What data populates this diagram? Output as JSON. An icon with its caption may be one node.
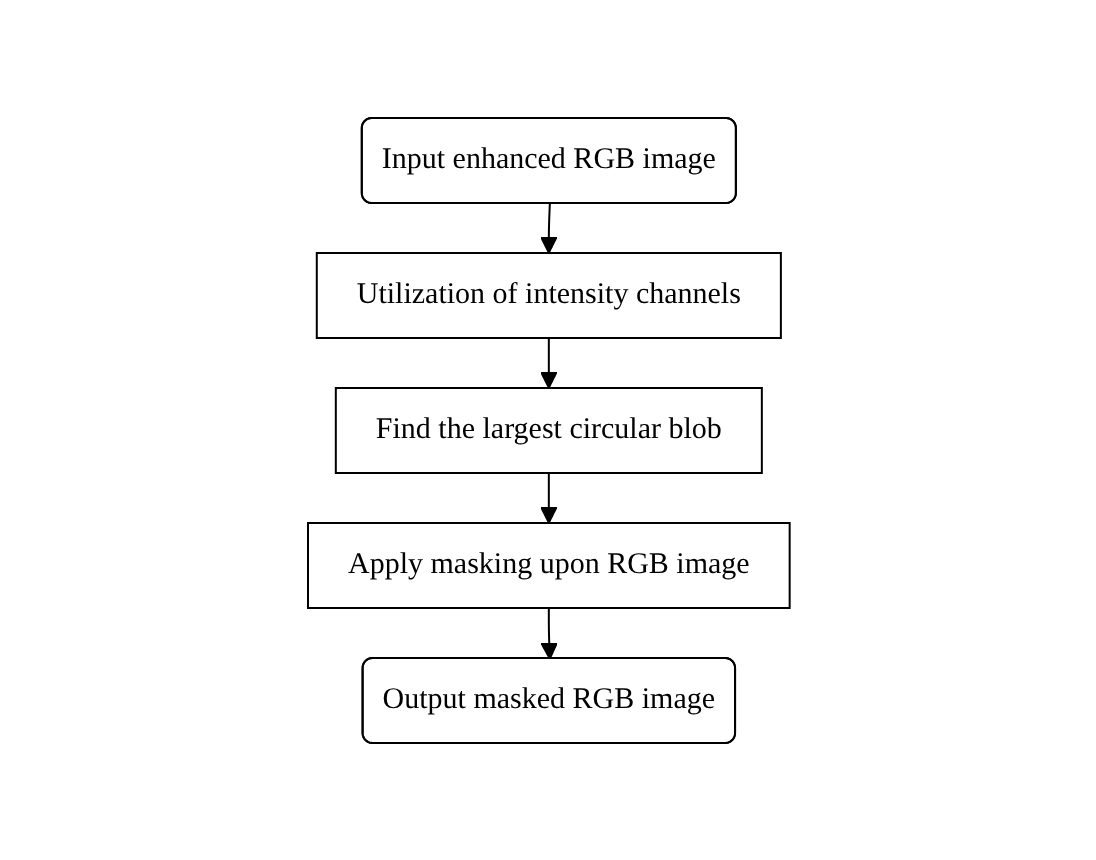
{
  "diagram": {
    "nodes": [
      {
        "text": [
          "Input enhanced  RGB image"
        ]
      },
      {
        "text": [
          "Utilization  of intensity channels"
        ]
      },
      {
        "text": [
          "Find the largest circular blob"
        ]
      },
      {
        "text": [
          "Apply masking upon RGB image"
        ]
      },
      {
        "text": [
          "Output masked RGB image"
        ]
      }
    ],
    "edges": [
      {
        "from": 0,
        "to": 1,
        "arrow": "to"
      },
      {
        "from": 1,
        "to": 2,
        "arrow": "to"
      },
      {
        "from": 2,
        "to": 3,
        "arrow": "to"
      },
      {
        "from": 3,
        "to": 4,
        "arrow": "to"
      }
    ]
  }
}
